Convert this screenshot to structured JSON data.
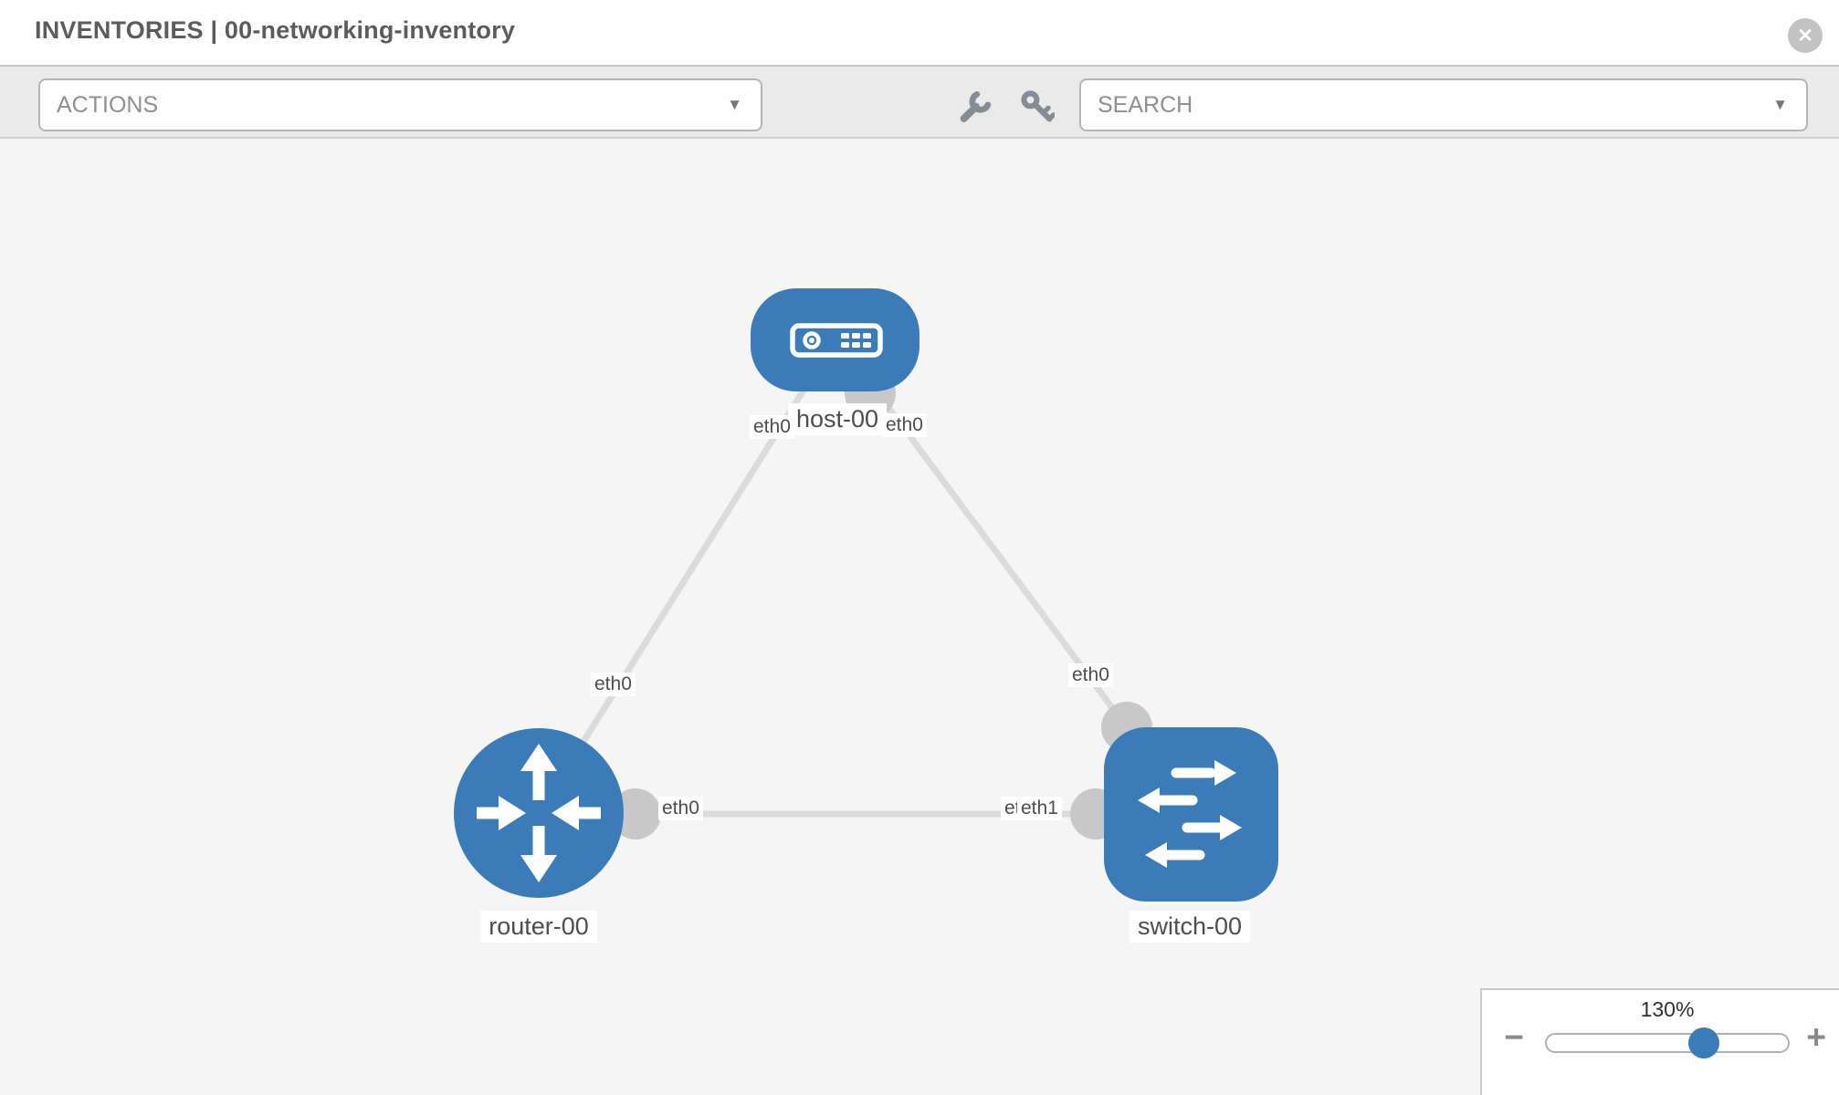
{
  "header": {
    "title": "INVENTORIES | 00-networking-inventory",
    "close_glyph": "✕"
  },
  "toolbar": {
    "actions_placeholder": "ACTIONS",
    "search_placeholder": "SEARCH",
    "chevron_glyph": "▼"
  },
  "topology": {
    "nodes": [
      {
        "name": "host-00",
        "type": "host",
        "shape": "rounded-rect"
      },
      {
        "name": "router-00",
        "type": "router",
        "shape": "circle"
      },
      {
        "name": "switch-00",
        "type": "switch",
        "shape": "rounded-square"
      }
    ],
    "links": [
      {
        "from": "host-00",
        "from_iface": "eth0",
        "to": "router-00",
        "to_iface": "eth0"
      },
      {
        "from": "host-00",
        "from_iface": "eth0",
        "to": "switch-00",
        "to_iface": "eth0"
      },
      {
        "from": "router-00",
        "from_iface": "eth0",
        "to": "switch-00",
        "to_iface": "eth1"
      }
    ],
    "overlapped_iface": "eth0"
  },
  "zoom_control": {
    "value": "130%",
    "minus_glyph": "−",
    "plus_glyph": "+"
  },
  "colors": {
    "node_blue": "#3b7cb8",
    "port_gray": "#c8c8c8",
    "link_gray": "#dbdbdb",
    "canvas_bg": "#f5f5f5",
    "toolbar_bg": "#eaeaea"
  }
}
